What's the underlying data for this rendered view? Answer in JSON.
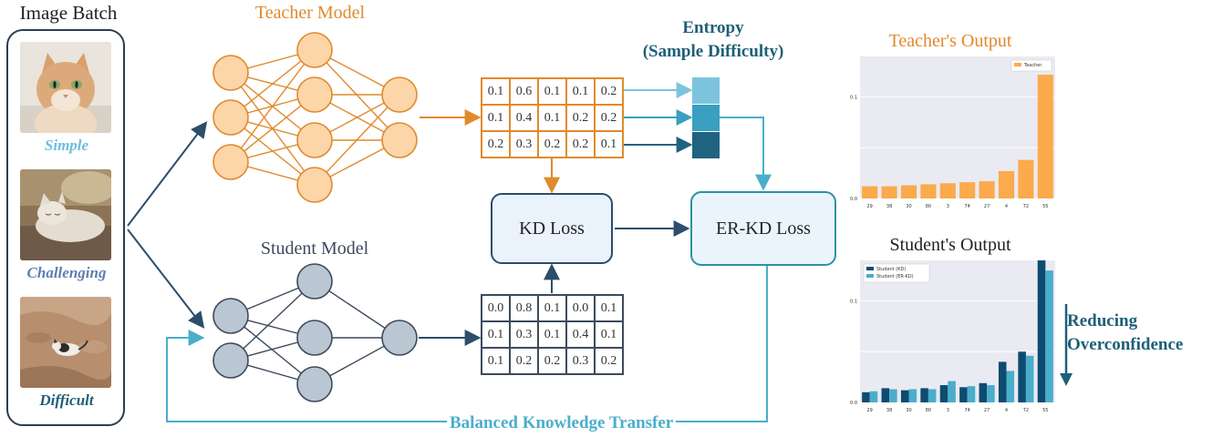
{
  "image_batch": {
    "title": "Image Batch",
    "samples": [
      {
        "caption": "Simple",
        "color": "#6bbde0"
      },
      {
        "caption": "Challenging",
        "color": "#5d7fb0"
      },
      {
        "caption": "Difficult",
        "color": "#1f5f78"
      }
    ]
  },
  "teacher": {
    "label": "Teacher Model",
    "color": "#e08a2c",
    "node_fill": "#fcd5a8",
    "output": [
      [
        "0.1",
        "0.6",
        "0.1",
        "0.1",
        "0.2"
      ],
      [
        "0.1",
        "0.4",
        "0.1",
        "0.2",
        "0.2"
      ],
      [
        "0.2",
        "0.3",
        "0.2",
        "0.2",
        "0.1"
      ]
    ]
  },
  "student": {
    "label": "Student Model",
    "color": "#3d4a5c",
    "node_fill": "#bac6d2",
    "output": [
      [
        "0.0",
        "0.8",
        "0.1",
        "0.0",
        "0.1"
      ],
      [
        "0.1",
        "0.3",
        "0.1",
        "0.4",
        "0.1"
      ],
      [
        "0.1",
        "0.2",
        "0.2",
        "0.3",
        "0.2"
      ]
    ]
  },
  "entropy": {
    "line1": "Entropy",
    "line2": "(Sample Difficulty)",
    "block_colors": [
      "#7cc4de",
      "#3a9fc0",
      "#1f6380"
    ]
  },
  "kd_loss": {
    "label": "KD Loss"
  },
  "erkd_loss": {
    "label": "ER-KD Loss"
  },
  "balanced_transfer": {
    "label": "Balanced Knowledge Transfer"
  },
  "reducing": {
    "line1": "Reducing",
    "line2": "Overconfidence"
  },
  "chart_data": [
    {
      "type": "bar",
      "title": "Teacher's Output",
      "categories": [
        "29",
        "38",
        "30",
        "80",
        "3",
        "74",
        "27",
        "4",
        "72",
        "55"
      ],
      "series": [
        {
          "name": "Teacher",
          "color": "#fbaa4c",
          "values": [
            0.012,
            0.012,
            0.013,
            0.014,
            0.015,
            0.016,
            0.017,
            0.027,
            0.038,
            0.122
          ]
        }
      ],
      "yticks": [
        "0.0",
        "0.1"
      ],
      "ylim": [
        0,
        0.14
      ],
      "grid": true,
      "legend": "top-right"
    },
    {
      "type": "bar",
      "title": "Student's Output",
      "categories": [
        "29",
        "38",
        "30",
        "80",
        "3",
        "74",
        "27",
        "4",
        "72",
        "55"
      ],
      "series": [
        {
          "name": "Student (KD)",
          "color": "#0e4b70",
          "values": [
            0.01,
            0.014,
            0.012,
            0.014,
            0.017,
            0.015,
            0.019,
            0.04,
            0.05,
            0.14
          ]
        },
        {
          "name": "Student (ER-KD)",
          "color": "#4aaecb",
          "values": [
            0.011,
            0.013,
            0.013,
            0.013,
            0.021,
            0.016,
            0.017,
            0.031,
            0.046,
            0.13
          ]
        }
      ],
      "yticks": [
        "0.0",
        "0.1"
      ],
      "ylim": [
        0,
        0.14
      ],
      "grid": true,
      "legend": "top-left"
    }
  ]
}
